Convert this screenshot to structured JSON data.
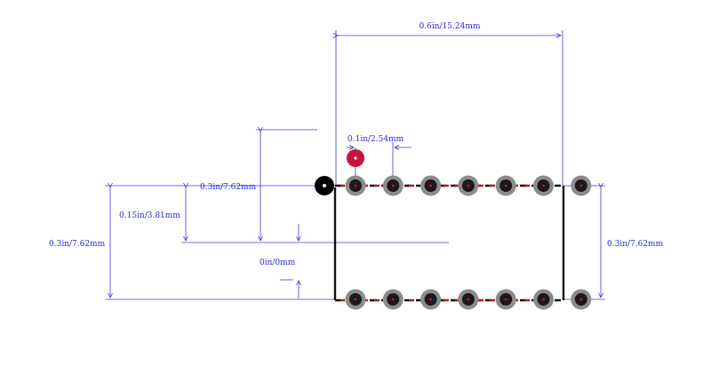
{
  "colors": {
    "dimension": "#3b3bd9",
    "dimension_text": "#2828e0",
    "outline": "#111111",
    "silk_dash": "#b31b1b",
    "pad_ring": "#8c8c8c",
    "pad_center": "#1a1a1a",
    "drill_mark": "#e01010",
    "pin1_marker": "#c8143c",
    "pin1_pad": "#000000"
  },
  "dimensions": {
    "overall_width": "0.6in/15.24mm",
    "pitch": "0.1in/2.54mm",
    "row_spacing_top": "0.3in/7.62mm",
    "half_span": "0.15in/3.81mm",
    "row_spacing_left": "0.3in/7.62mm",
    "row_spacing_right": "0.3in/7.62mm",
    "origin": "0in/0mm"
  },
  "footprint": {
    "pins_per_row": 7,
    "rows": 2
  }
}
